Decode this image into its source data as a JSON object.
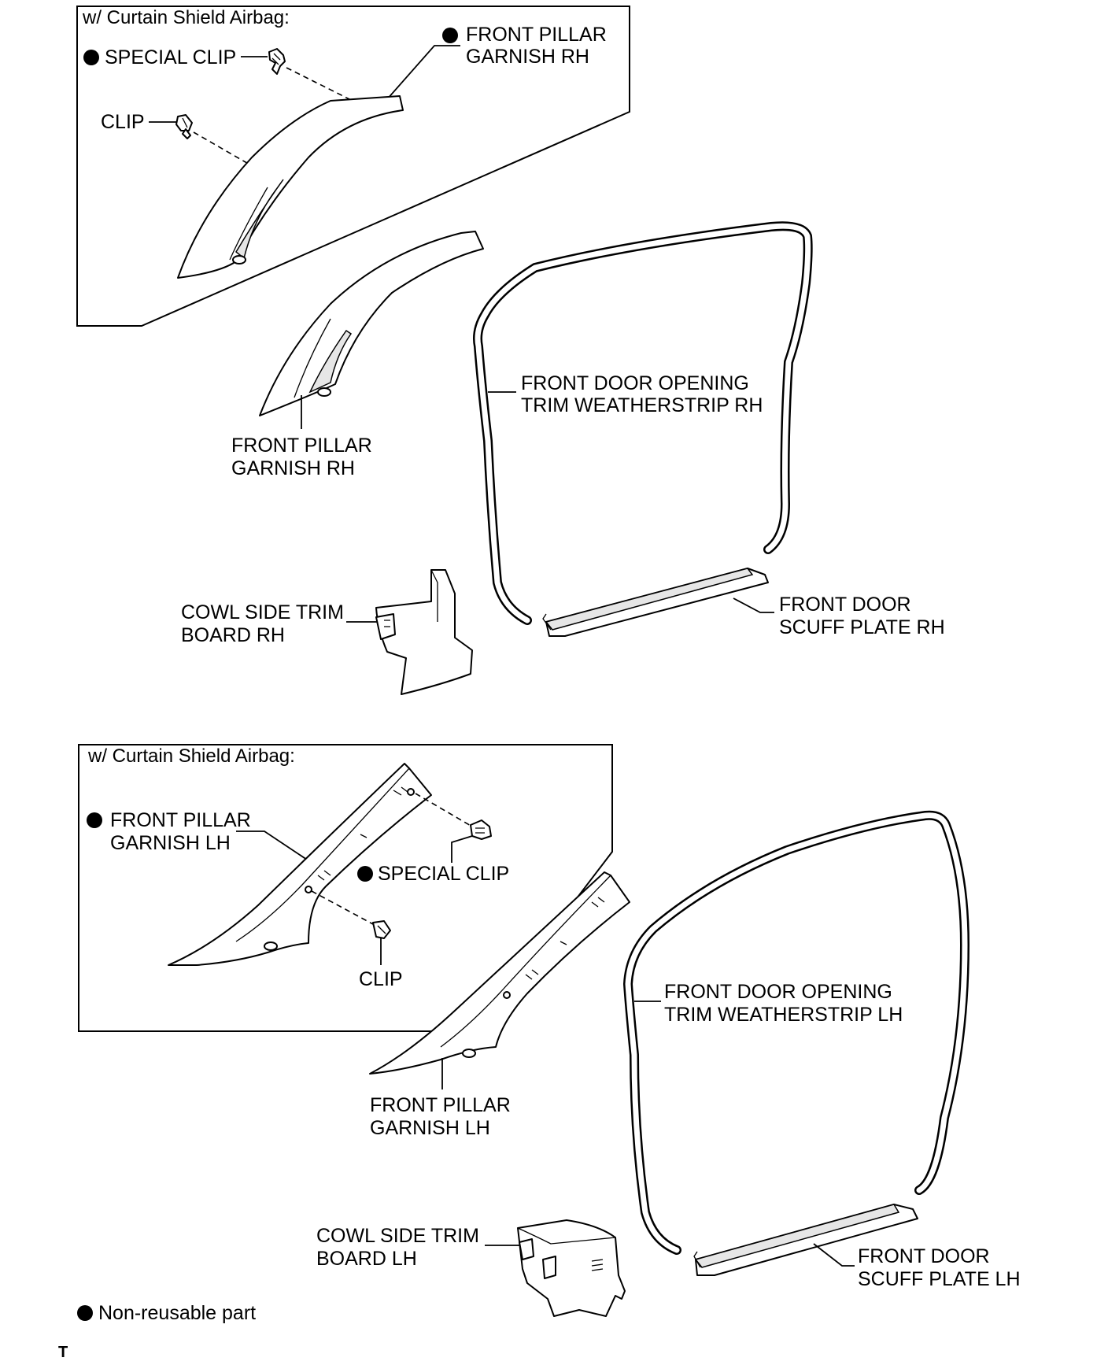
{
  "diagram": {
    "inset_title": "w/ Curtain Shield Airbag:",
    "labels": {
      "rh_inset_special_clip": "SPECIAL CLIP",
      "rh_inset_pillar_garnish_l1": "FRONT PILLAR",
      "rh_inset_pillar_garnish_l2": "GARNISH RH",
      "rh_inset_clip": "CLIP",
      "rh_pillar_garnish_l1": "FRONT PILLAR",
      "rh_pillar_garnish_l2": "GARNISH RH",
      "rh_weatherstrip_l1": "FRONT DOOR OPENING",
      "rh_weatherstrip_l2": "TRIM WEATHERSTRIP RH",
      "rh_cowl_l1": "COWL SIDE TRIM",
      "rh_cowl_l2": "BOARD RH",
      "rh_scuff_l1": "FRONT DOOR",
      "rh_scuff_l2": "SCUFF PLATE RH",
      "lh_inset_pillar_garnish_l1": "FRONT PILLAR",
      "lh_inset_pillar_garnish_l2": "GARNISH LH",
      "lh_inset_special_clip": "SPECIAL CLIP",
      "lh_inset_clip": "CLIP",
      "lh_weatherstrip_l1": "FRONT DOOR OPENING",
      "lh_weatherstrip_l2": "TRIM WEATHERSTRIP LH",
      "lh_pillar_garnish_l1": "FRONT PILLAR",
      "lh_pillar_garnish_l2": "GARNISH LH",
      "lh_cowl_l1": "COWL SIDE TRIM",
      "lh_cowl_l2": "BOARD LH",
      "lh_scuff_l1": "FRONT DOOR",
      "lh_scuff_l2": "SCUFF PLATE LH"
    },
    "legend": "Non-reusable part",
    "code": "T"
  },
  "colors": {
    "line": "#000000",
    "background": "#ffffff",
    "shade": "#e6e6e6"
  },
  "icons": {
    "non_reusable_marker": "filled-circle-icon"
  }
}
